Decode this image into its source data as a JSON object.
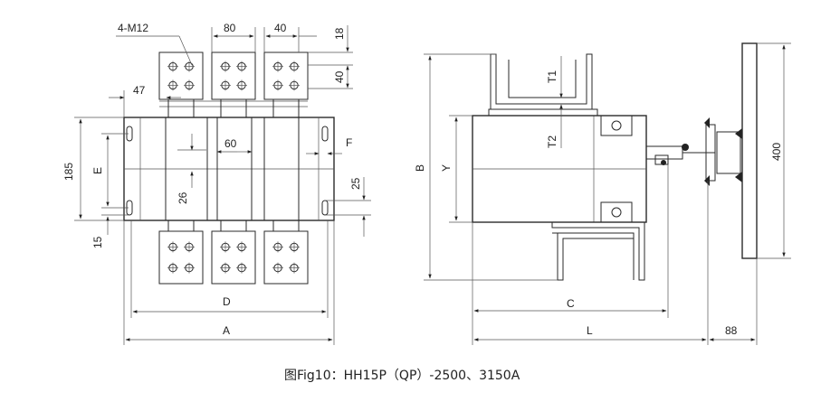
{
  "caption": "图Fig10：HH15P（QP）-2500、3150A",
  "front_view": {
    "labels": {
      "bolts": "4-M12",
      "w80": "80",
      "w40": "40",
      "h18": "18",
      "h40": "40",
      "d47": "47",
      "d60": "60",
      "F": "F",
      "h185": "185",
      "E": "E",
      "d26": "26",
      "h25": "25",
      "d15": "15",
      "D": "D",
      "A": "A"
    }
  },
  "side_view": {
    "labels": {
      "T1": "T1",
      "T2": "T2",
      "B": "B",
      "Y": "Y",
      "C": "C",
      "L": "L",
      "h400": "400",
      "d88": "88"
    }
  }
}
